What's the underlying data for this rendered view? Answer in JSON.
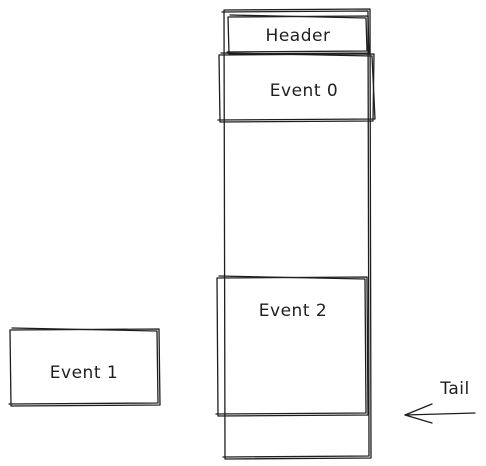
{
  "labels": {
    "header": "Header",
    "event0": "Event 0",
    "event1": "Event 1",
    "event2": "Event 2",
    "tail": "Tail"
  },
  "colors": {
    "stroke": "#1e1e1e",
    "background": "#ffffff"
  }
}
